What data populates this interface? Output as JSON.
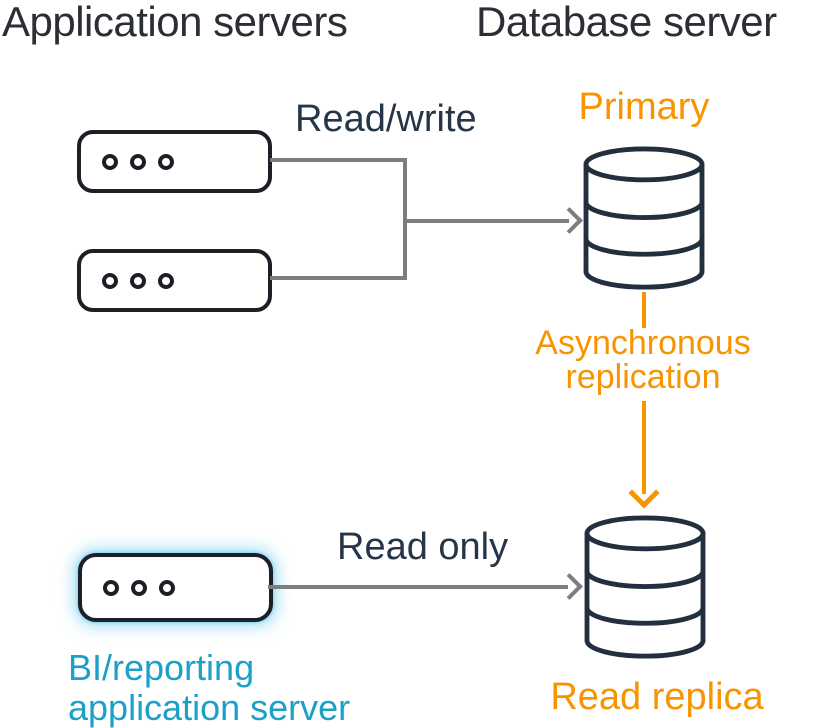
{
  "headers": {
    "application_servers": "Application servers",
    "database_server": "Database server"
  },
  "app_servers": {
    "server1": {
      "icon": "app-server-icon"
    },
    "server2": {
      "icon": "app-server-icon"
    },
    "bi_server": {
      "icon": "app-server-icon",
      "label_line1": "BI/reporting",
      "label_line2": "application server"
    }
  },
  "databases": {
    "primary": {
      "label": "Primary",
      "icon": "database-cylinder-icon"
    },
    "read_replica": {
      "label": "Read replica",
      "icon": "database-cylinder-icon"
    }
  },
  "connections": {
    "read_write_label": "Read/write",
    "read_only_label": "Read only",
    "replication_label_line1": "Asynchronous",
    "replication_label_line2": "replication"
  },
  "colors": {
    "orange": "#F79400",
    "cyan": "#1BA0C8",
    "navy": "#253649",
    "header": "#2B2E34",
    "outline": "#1C2026",
    "cylinder": "#232F3E",
    "gray": "#7D7D7D",
    "glow": "#86D4EF"
  }
}
